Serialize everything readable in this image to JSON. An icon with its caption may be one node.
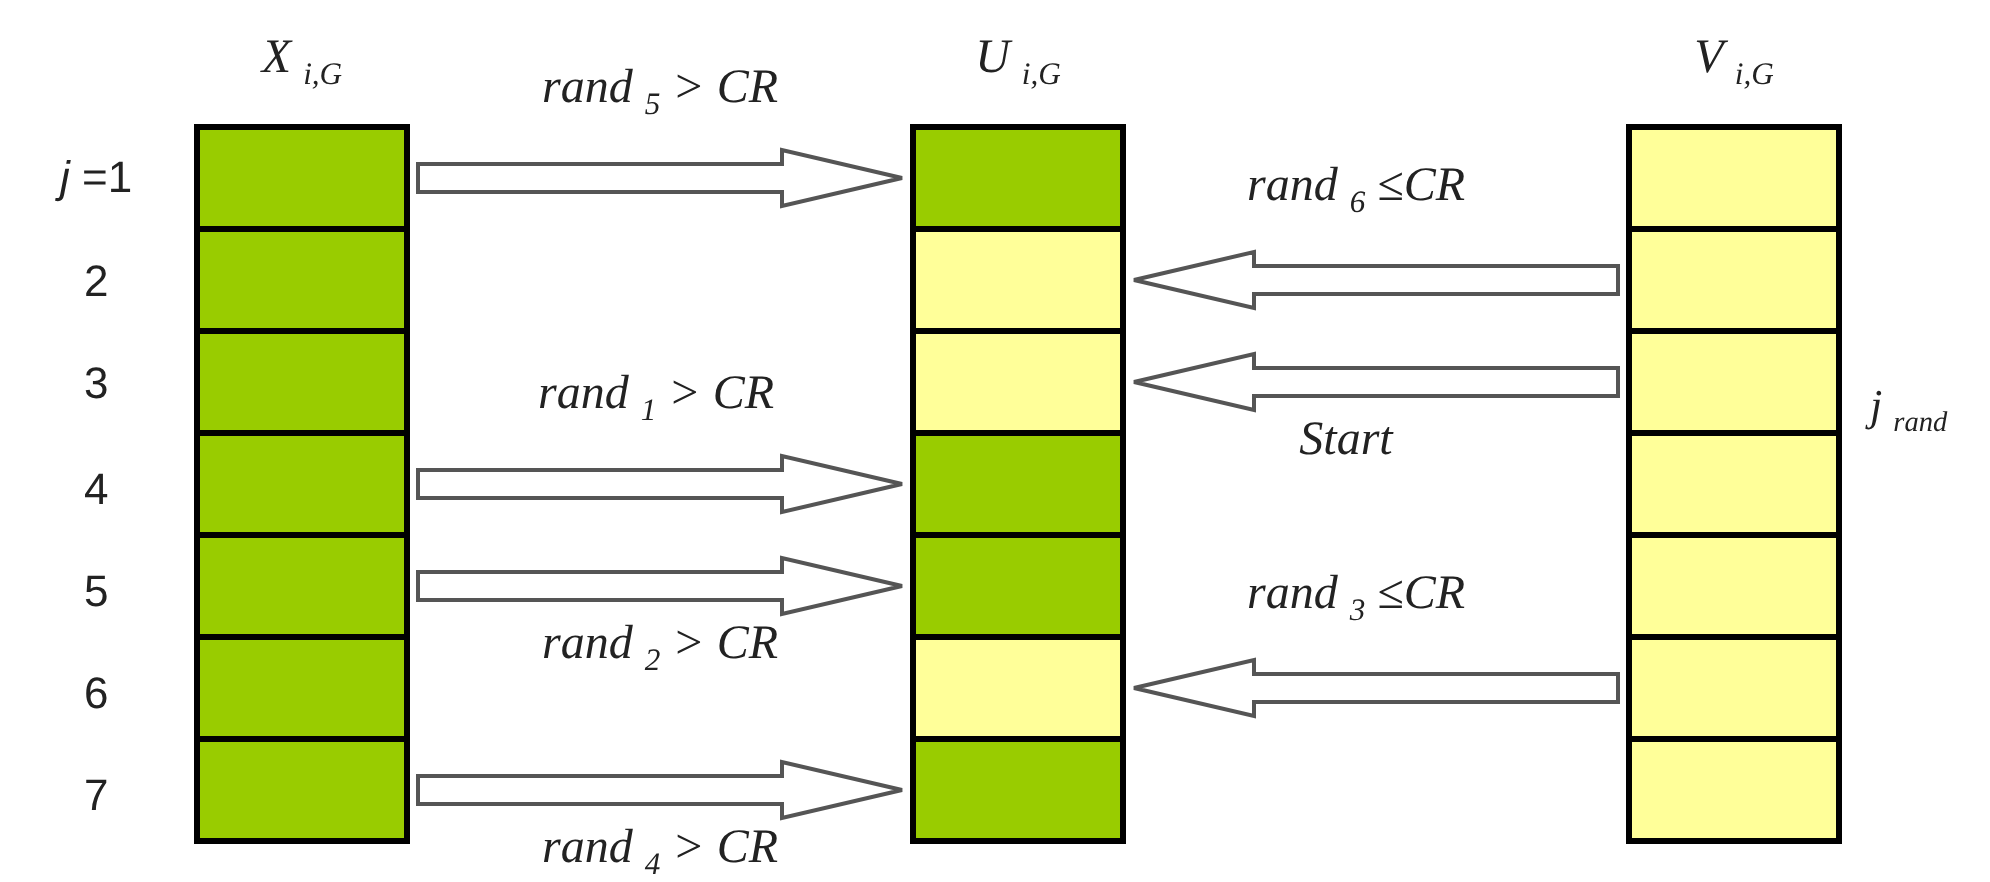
{
  "diagram": {
    "nodes": [
      {
        "text": [
          "X $_{i,G}$"
        ]
      },
      {
        "text": [],
        "shape": "box",
        "in": 0
      },
      {
        "text": [],
        "shape": "box",
        "in": 0
      },
      {
        "text": [],
        "shape": "box",
        "in": 0
      },
      {
        "text": [],
        "shape": "box",
        "in": 0
      },
      {
        "text": [],
        "shape": "box",
        "in": 0
      },
      {
        "text": [],
        "shape": "box",
        "in": 0
      },
      {
        "text": [],
        "shape": "box",
        "in": 0
      },
      {
        "text": [
          "U $_{i,G}$"
        ]
      },
      {
        "text": [],
        "shape": "box",
        "in": 8
      },
      {
        "text": [],
        "shape": "box",
        "in": 8
      },
      {
        "text": [],
        "shape": "box",
        "in": 8
      },
      {
        "text": [],
        "shape": "box",
        "in": 8
      },
      {
        "text": [],
        "shape": "box",
        "in": 8
      },
      {
        "text": [],
        "shape": "box",
        "in": 8
      },
      {
        "text": [],
        "shape": "box",
        "in": 8
      },
      {
        "text": [
          "V $_{i,G}$"
        ]
      },
      {
        "text": [],
        "shape": "box",
        "in": 16
      },
      {
        "text": [],
        "shape": "box",
        "in": 16
      },
      {
        "text": [],
        "shape": "box",
        "in": 16
      },
      {
        "text": [],
        "shape": "box",
        "in": 16
      },
      {
        "text": [],
        "shape": "box",
        "in": 16
      },
      {
        "text": [],
        "shape": "box",
        "in": 16
      },
      {
        "text": [],
        "shape": "box",
        "in": 16
      }
    ],
    "edges": [
      {
        "from": 1,
        "to": 9,
        "arrow": "to",
        "label": "rand $_{5}$ > CR"
      },
      {
        "from": 18,
        "to": 10,
        "arrow": "to",
        "label": "rand $_{6}$ ≤CR"
      },
      {
        "from": 19,
        "to": 11,
        "arrow": "to",
        "label": "Start"
      },
      {
        "from": 4,
        "to": 12,
        "arrow": "to",
        "label": "rand $_{1}$ > CR"
      },
      {
        "from": 5,
        "to": 13,
        "arrow": "to",
        "label": "rand $_{2}$ > CR"
      },
      {
        "from": 22,
        "to": 14,
        "arrow": "to",
        "label": "rand $_{3}$ ≤CR"
      },
      {
        "from": 7,
        "to": 15,
        "arrow": "to",
        "label": "rand $_{4}$ > CR"
      }
    ],
    "labels": [
      "*j* =1",
      "2",
      "3",
      "j $_{rand}$",
      "4",
      "5",
      "6",
      "7"
    ]
  }
}
